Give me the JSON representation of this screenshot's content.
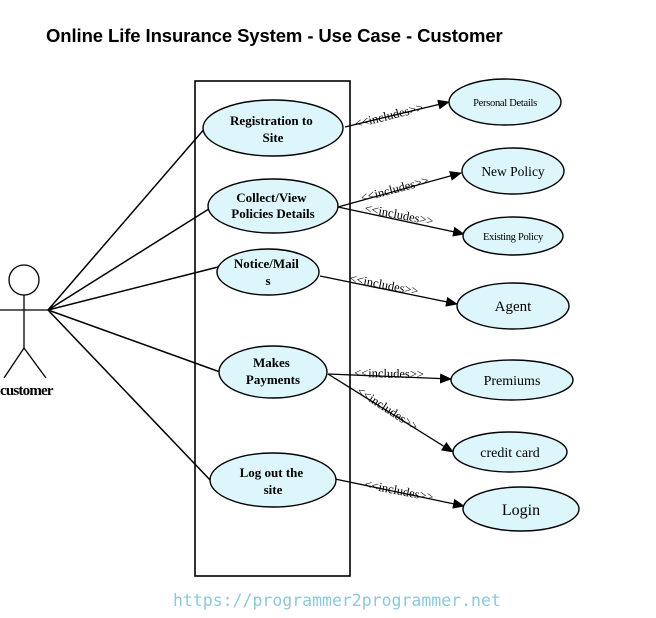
{
  "title": "Online Life Insurance System - Use Case - Customer",
  "watermark": "https://programmer2programmer.net",
  "actor": {
    "name": "customer"
  },
  "use_cases": [
    {
      "id": "registration",
      "lines": [
        "Registration to",
        "Site"
      ]
    },
    {
      "id": "collect-view",
      "lines": [
        "Collect/View",
        "Policies Details"
      ]
    },
    {
      "id": "notice-mail",
      "lines": [
        "Notice/Mail",
        "s"
      ]
    },
    {
      "id": "makes-payments",
      "lines": [
        "Makes",
        "Payments"
      ]
    },
    {
      "id": "logout",
      "lines": [
        "Log out the",
        "site"
      ]
    }
  ],
  "included": [
    {
      "id": "personal-details",
      "label": "Personal Details"
    },
    {
      "id": "new-policy",
      "label": "New Policy"
    },
    {
      "id": "existing-policy",
      "label": "Existing Policy"
    },
    {
      "id": "agent",
      "label": "Agent"
    },
    {
      "id": "premiums",
      "label": "Premiums"
    },
    {
      "id": "credit-card",
      "label": "credit card"
    },
    {
      "id": "login",
      "label": "Login"
    }
  ],
  "relation_label": "<<includes>>"
}
